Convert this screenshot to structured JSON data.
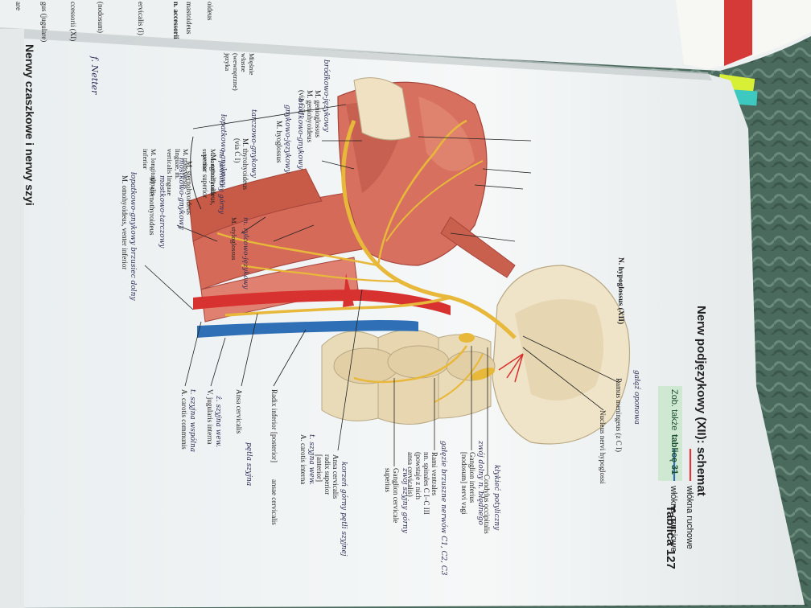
{
  "page": {
    "title": "Nerw podjęzykowy (XII): schemat",
    "see_also_prefix": "Zob. także",
    "see_also_link": "tablicę 31",
    "side_header": "Nerwy czaszkowe i nerwy szyi",
    "plate_number": "Tablica 127"
  },
  "legend": {
    "motor": "włókna ruchowe",
    "sensory": "włókna czuciowe",
    "motor_color": "#d9393a",
    "sensory_color": "#2f6fb6"
  },
  "labels": {
    "nerve": "N. hypoglossus (XII)",
    "ramus_meningeus": "Ramus meningeus (z C I)",
    "nucleus": "Nucleus nervi hypoglossi",
    "condylus": "Condylus occipitalis",
    "ganglion_inferius": "Ganglion inferius",
    "ganglion_inferius_2": "[nodosum] nervi vagi",
    "rami_ventrales": "Rami ventrales",
    "rami_ventrales_2": "nn. spinales C I–C III",
    "rami_ventrales_3": "(powstaje z nich",
    "rami_ventrales_4": "ansa cervicalis)",
    "ganglion_cervicale": "Ganglion cervicale",
    "ganglion_cervicale_2": "superius",
    "ansa_cervicalis": "Ansa cervicalis",
    "radix_superior": "radix superior",
    "radix_superior_2": "[anterior]",
    "carotis_interna": "A. carotis interna",
    "radix_inferior": "Radix inferior [posterior]",
    "radix_inferior_2": "ansae cervicalis",
    "ansa_cervicalis_2": "Ansa cervicalis",
    "v_jugularis": "V. jugularis interna",
    "a_carotis_communis": "A. carotis communis",
    "m_genioglossus": "M. genioglossus",
    "m_geniohyoideus": "M. geniohyoideus",
    "via_c1": "(via C I)",
    "m_hyoglossus": "M. hyoglossus",
    "m_thyrohyoideus": "M. thyrohyoideus",
    "via_c1_b": "(via C I)",
    "m_omohyoideus": "M. omohyoideus,",
    "venter_superior": "venter superior",
    "m_sternohyoideus": "M. sternohyoideus",
    "m_sternothyroideus": "M. sternothyroideus",
    "m_omohyoideus_inferior": "M. omohyoideus, venter inferior",
    "mm_linguae": "Mięśnie",
    "mm_linguae_2": "własne",
    "mm_linguae_3": "(wewnętrzne)",
    "mm_linguae_4": "języka",
    "m_long_sup": "M. longitudinalis",
    "m_long_sup_2": "superior",
    "m_transversus": "M. transversus",
    "m_transversus_2": "linguae, m.",
    "m_verticalis": "verticalis linguae",
    "m_long_inf": "M. longitudinalis",
    "m_long_inf_2": "inferior",
    "m_styloglossus": "M. styloglossus"
  },
  "handwritten": {
    "opona": "gałąź oponowa",
    "klykiec": "kłykieć potyliczny",
    "zwoj_dolny": "zwój dolny n. błędnego",
    "galezie_brzuszne": "gałęzie brzuszne nerwów C1, C2, C3",
    "zwoj_gorny": "zwój szyjny górny",
    "korzen_gorny": "korzeń górny pętli szyjnej",
    "tetnica": "t. szyjna wew.",
    "petla": "pętla szyjna",
    "zyla": "ż. szyjna wew.",
    "tetnica_wspolna": "t. szyjna wspólna",
    "bródkowo_jez": "bródkowo-językowy",
    "bródkowo_gn": "bródkowo-gnykowy",
    "gnykowo_jez": "gnykowo-językowy",
    "tarczowo": "tarczowo-gnykowy",
    "lopatkowo": "łopatkowo-gnykowy",
    "mostkowo_gn": "mostkowo-gnykowy",
    "mostkowo_tarcz": "mostkowo-tarczowy",
    "lopatkowo_dolny": "łopatkowo-gnykowy brzusiec dolny",
    "wlasne": "m. podłużny górny",
    "styl": "m. rylcowo-językowy",
    "top1": "are",
    "top2": "gus (jugulare)",
    "top3": "ccessorii (XI)",
    "top4": "(nodosum)",
    "top5": "ervicalis (I)",
    "top6": "n. accessorii",
    "top7": "mastoideus",
    "top8": "oideus",
    "signature": "f. Netter"
  }
}
